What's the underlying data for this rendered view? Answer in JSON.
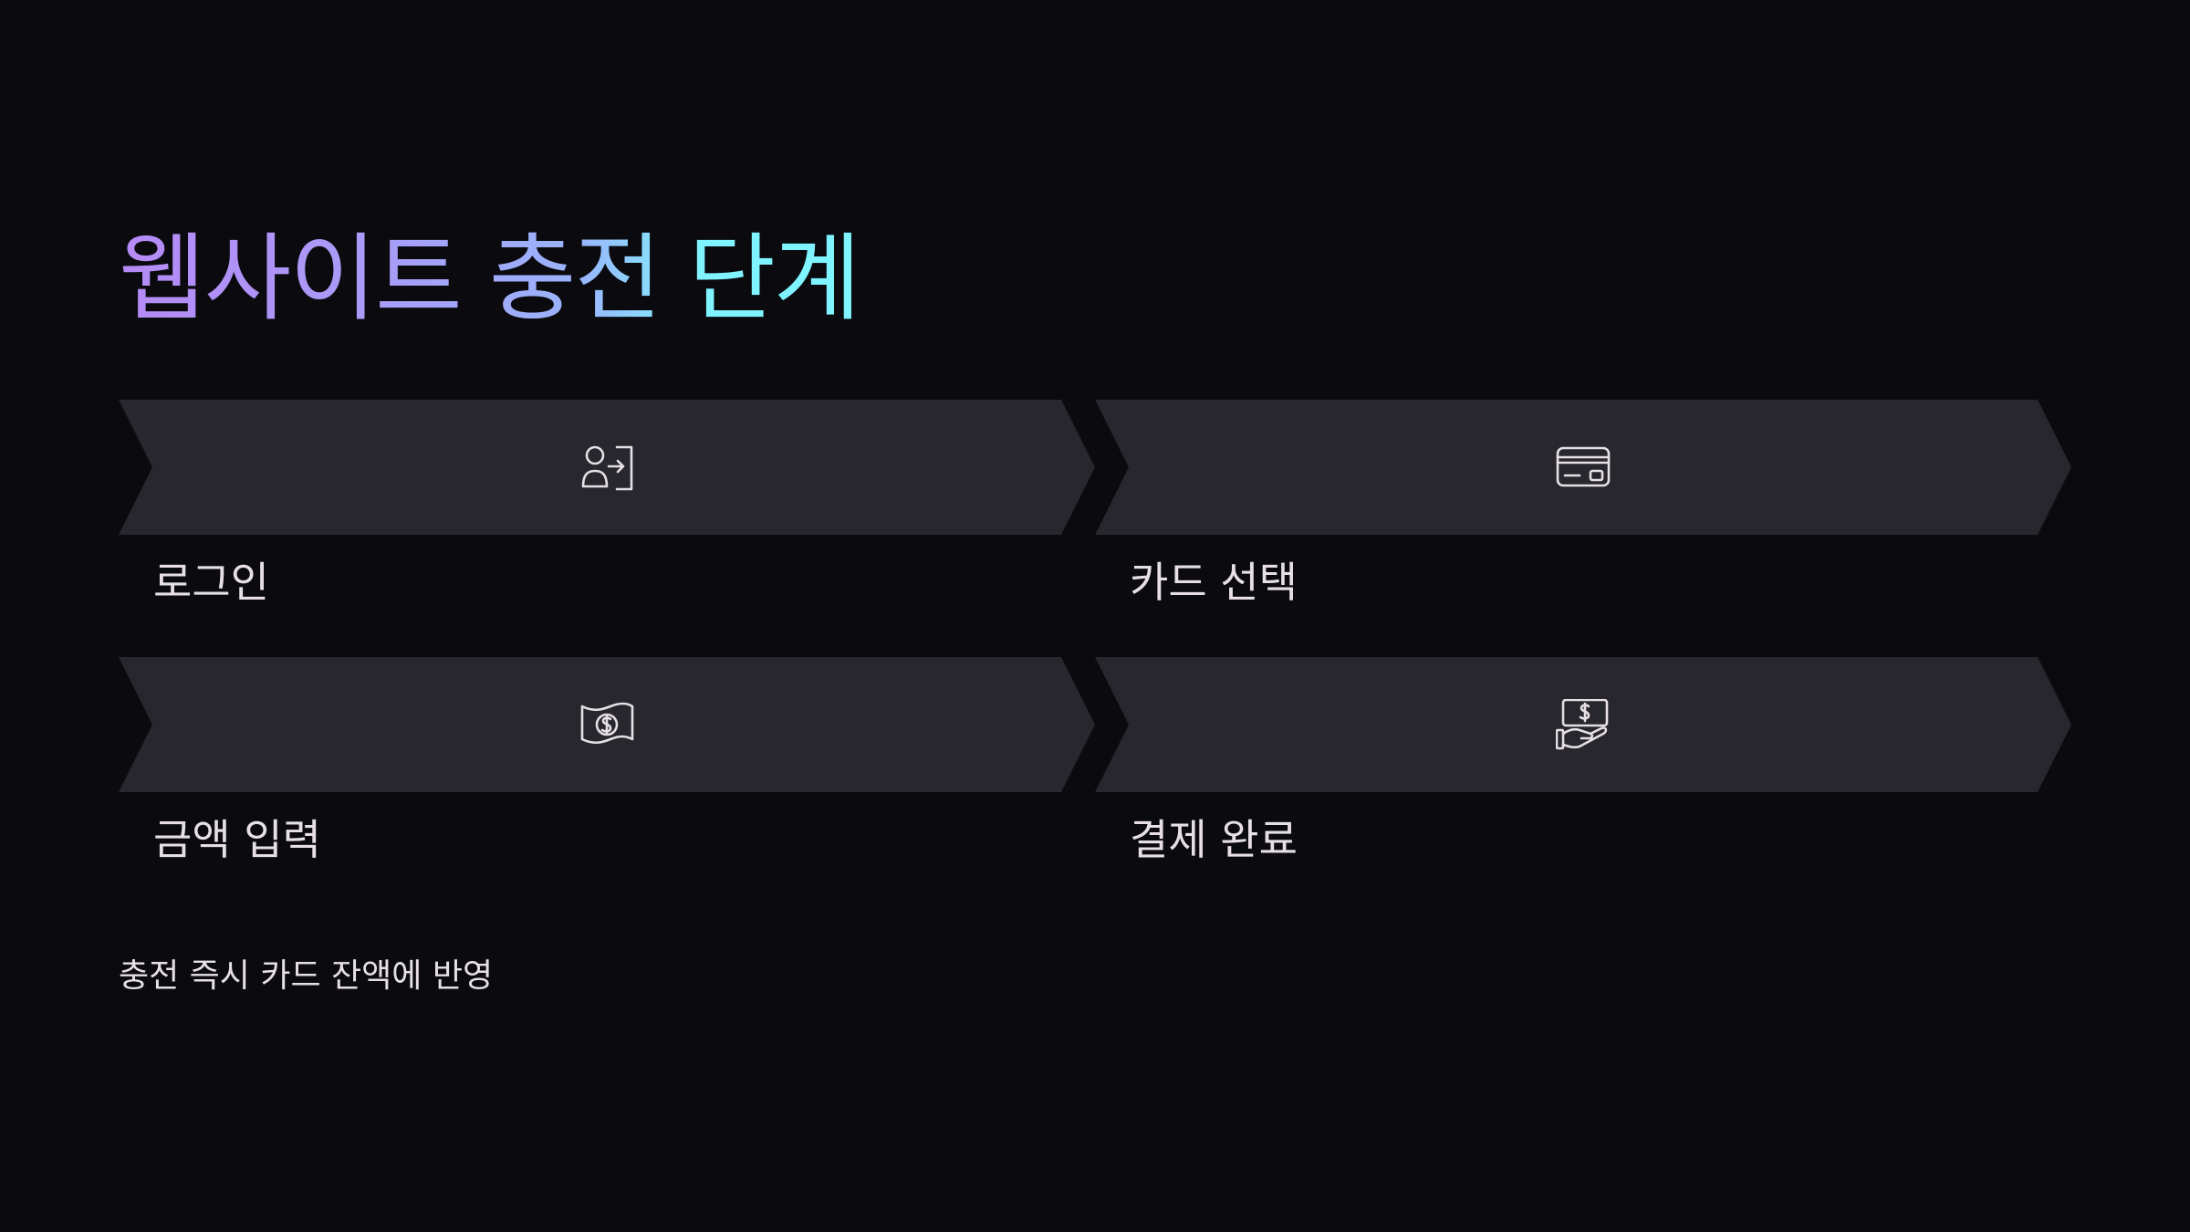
{
  "title": "웹사이트 충전 단계",
  "colors": {
    "background": "#0a0a0f",
    "chevron_fill": "#27272d",
    "text": "#e6dfe6",
    "title_gradient_start": "#b68af6",
    "title_gradient_end": "#7ff3ff"
  },
  "steps": [
    {
      "label": "로그인",
      "icon": "user-login-icon"
    },
    {
      "label": "카드 선택",
      "icon": "credit-card-icon"
    },
    {
      "label": "금액 입력",
      "icon": "banknote-dollar-icon"
    },
    {
      "label": "결제 완료",
      "icon": "hand-holding-money-icon"
    }
  ],
  "footer": "충전 즉시 카드 잔액에 반영"
}
